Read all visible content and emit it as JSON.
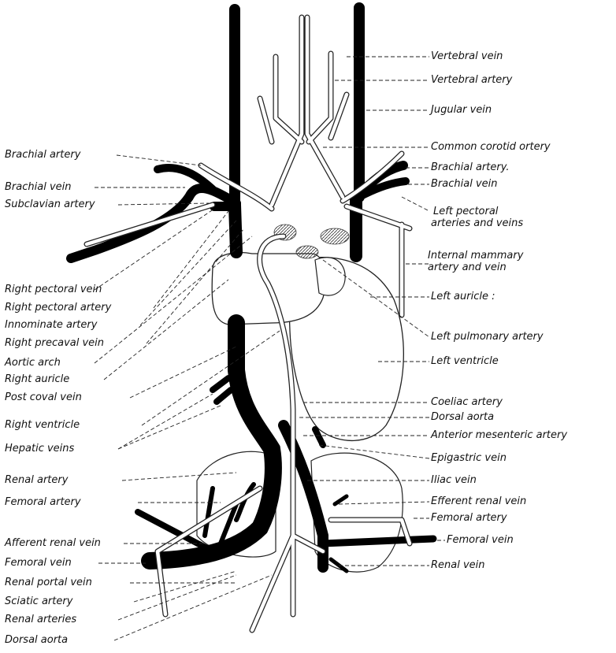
{
  "right_labels": [
    {
      "id": "vertebral-vein",
      "text": "Vertebral vein"
    },
    {
      "id": "vertebral-artery",
      "text": "Vertebral artery"
    },
    {
      "id": "jugular-vein",
      "text": "Jugular vein"
    },
    {
      "id": "common-carotid-artery",
      "text": "Common corotid ortery"
    },
    {
      "id": "brachial-artery-left",
      "text": "Brachial artery."
    },
    {
      "id": "brachial-vein-left",
      "text": "Brachial vein"
    },
    {
      "id": "left-pectoral-1",
      "text": "Left pectoral"
    },
    {
      "id": "left-pectoral-2",
      "text": "arteries and veins"
    },
    {
      "id": "internal-mammary-1",
      "text": "Internal mammary"
    },
    {
      "id": "internal-mammary-2",
      "text": "artery and vein"
    },
    {
      "id": "left-auricle",
      "text": "Left auricle :"
    },
    {
      "id": "left-pulmonary-artery",
      "text": "Left pulmonary artery"
    },
    {
      "id": "left-ventricle",
      "text": "Left ventricle"
    },
    {
      "id": "coeliac-artery",
      "text": "Coeliac artery"
    },
    {
      "id": "dorsal-aorta-upper",
      "text": "Dorsal aorta"
    },
    {
      "id": "anterior-mesenteric-artery",
      "text": "Anterior mesenteric artery"
    },
    {
      "id": "epigastric-vein",
      "text": "Epigastric vein"
    },
    {
      "id": "iliac-vein",
      "text": "Iliac vein"
    },
    {
      "id": "efferent-renal-vein",
      "text": "Efferent renal vein"
    },
    {
      "id": "femoral-artery-right-side",
      "text": "Femoral artery"
    },
    {
      "id": "femoral-vein-right-side",
      "text": "Femoral vein"
    },
    {
      "id": "renal-vein",
      "text": "Renal vein"
    }
  ],
  "left_labels": [
    {
      "id": "brachial-artery",
      "text": "Brachial artery"
    },
    {
      "id": "brachial-vein",
      "text": "Brachial vein"
    },
    {
      "id": "subclavian-artery",
      "text": "Subclavian artery"
    },
    {
      "id": "right-pectoral-vein",
      "text": "Right pectoral vein"
    },
    {
      "id": "right-pectoral-artery",
      "text": "Right pectoral artery"
    },
    {
      "id": "innominate-artery",
      "text": "Innominate artery"
    },
    {
      "id": "right-precaval-vein",
      "text": "Right precaval vein"
    },
    {
      "id": "aortic-arch",
      "text": "Aortic arch"
    },
    {
      "id": "right-auricle",
      "text": "Right auricle"
    },
    {
      "id": "post-caval-vein",
      "text": "Post coval vein"
    },
    {
      "id": "right-ventricle",
      "text": "Right ventricle"
    },
    {
      "id": "hepatic-veins",
      "text": "Hepatic veins"
    },
    {
      "id": "renal-artery",
      "text": "Renal artery"
    },
    {
      "id": "femoral-artery",
      "text": "Femoral artery"
    },
    {
      "id": "afferent-renal-vein",
      "text": "Afferent renal vein"
    },
    {
      "id": "femoral-vein",
      "text": "Femoral vein"
    },
    {
      "id": "renal-portal-vein",
      "text": "Renal portal vein"
    },
    {
      "id": "sciatic-artery",
      "text": "Sciatic artery"
    },
    {
      "id": "renal-arteries",
      "text": "Renal arteries"
    },
    {
      "id": "dorsal-aorta-lower",
      "text": "Dorsal aorta"
    }
  ]
}
